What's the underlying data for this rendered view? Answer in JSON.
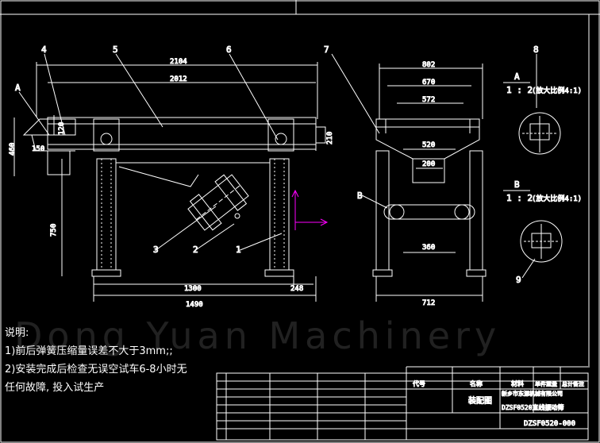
{
  "colors": {
    "background": "#000000",
    "lines": "#ffffff",
    "accent": "#ff00ff",
    "title_accent": "#ffcc33"
  },
  "watermark": "Dong Yuan Machinery",
  "notes": {
    "heading": "说明:",
    "line1": "1)前后弹簧压缩量误差不大于3mm;;",
    "line2": "2)安装完成后检查无误空试车6-8小时无",
    "line3": "任何故障, 投入试生产"
  },
  "front_view": {
    "callouts": [
      "4",
      "5",
      "6",
      "A",
      "1",
      "2",
      "3"
    ],
    "dims": {
      "top1": "2104",
      "top2": "2012",
      "h1": "460",
      "h2": "120",
      "h3": "150",
      "h4": "210",
      "h5": "750",
      "b1": "1300",
      "b2": "248",
      "b3": "1490"
    }
  },
  "side_view": {
    "callout": "7",
    "marker": "B",
    "dims": {
      "w1": "802",
      "w2": "670",
      "w3": "572",
      "w4": "520",
      "w5": "200",
      "w6": "360",
      "w7": "712"
    }
  },
  "details": {
    "callout_top": "8",
    "callout_bottom": "9",
    "detail_a_letter": "A",
    "detail_a_scale": "1 : 2",
    "detail_a_note": "(放大比例4:1)",
    "detail_b_letter": "B",
    "detail_b_scale": "1 : 2",
    "detail_b_note": "(放大比例4:1)"
  },
  "title_block": {
    "drawing_name": "装配图",
    "company": "新乡市东源机械有限公司",
    "model": "DZSF0520直线振动筛",
    "drawing_no": "DZSF0520-000",
    "header_code": "代号",
    "header_name": "名称",
    "header_material": "材料",
    "header_weight": "单件重量",
    "header_total": "总计",
    "header_remark": "备注"
  }
}
